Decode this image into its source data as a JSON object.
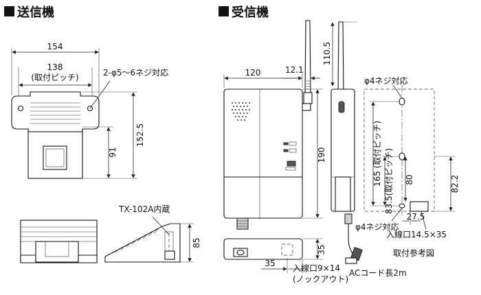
{
  "transmitter": {
    "title": "送信機",
    "top_view": {
      "width_label": "154",
      "pitch_label": "138",
      "pitch_note": "(取付ピッチ)",
      "screw_note": "2-φ5〜6ネジ対応",
      "height_label": "152.5",
      "inner_height_label": "91"
    },
    "side_view": {
      "builtin_note": "TX-102A内蔵",
      "height_label": "85"
    }
  },
  "receiver": {
    "title": "受信機",
    "front_view": {
      "width_label": "120",
      "height_label": "190",
      "antenna_offset_label": "12.1"
    },
    "side_view": {
      "antenna_label": "110.5"
    },
    "bottom_view": {
      "height_label": "35",
      "offset_label": "35",
      "inlet_note": "入線口9×14",
      "knockout_note": "(ノックアウト)"
    },
    "cord_note": "ACコード長2m",
    "mounting": {
      "top_screw_note": "φ4ネジ対応",
      "bottom_screw_note": "φ4ネジ対応",
      "pitch_label": "165 (取付ピッチ)",
      "pitch2_label": "83.5(取付ピッチ)",
      "dim80_label": "80",
      "dim822_label": "82.2",
      "dim275_label": "27.5",
      "inlet_note": "入線口14.5×35",
      "caption": "取付参考図"
    }
  }
}
